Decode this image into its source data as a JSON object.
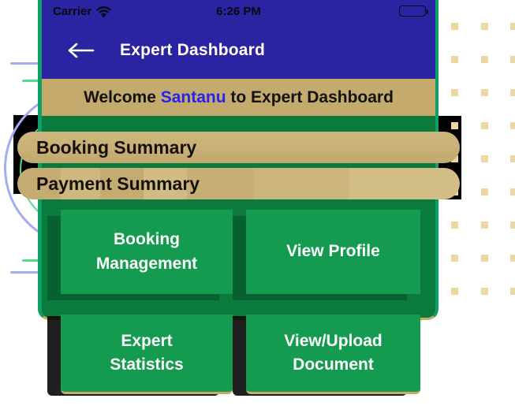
{
  "colors": {
    "navy": "#2a24a3",
    "teal": "#0f9f66",
    "tan": "#c4aa6c",
    "bar_tan": "#c8b076",
    "green_bg": "#0a7b3d",
    "button_green": "#149b4f",
    "name_blue": "#2424ef",
    "dot_tan": "#ecd79f",
    "line_blue": "#a3acec",
    "line_green": "#55db90",
    "gold_border": "#c9aa6b"
  },
  "status_bar": {
    "carrier": "Carrier",
    "time": "6:26 PM"
  },
  "nav_bar": {
    "title": "Expert Dashboard"
  },
  "welcome": {
    "prefix": "Welcome ",
    "name": "Santanu",
    "suffix": " to Expert Dashboard"
  },
  "summaries": [
    {
      "label": "Booking Summary"
    },
    {
      "label": "Payment Summary"
    }
  ],
  "buttons": [
    {
      "label": "Booking Management"
    },
    {
      "label": "View Profile"
    },
    {
      "label": "Expert Statistics"
    },
    {
      "label": "View/Upload Document"
    }
  ]
}
